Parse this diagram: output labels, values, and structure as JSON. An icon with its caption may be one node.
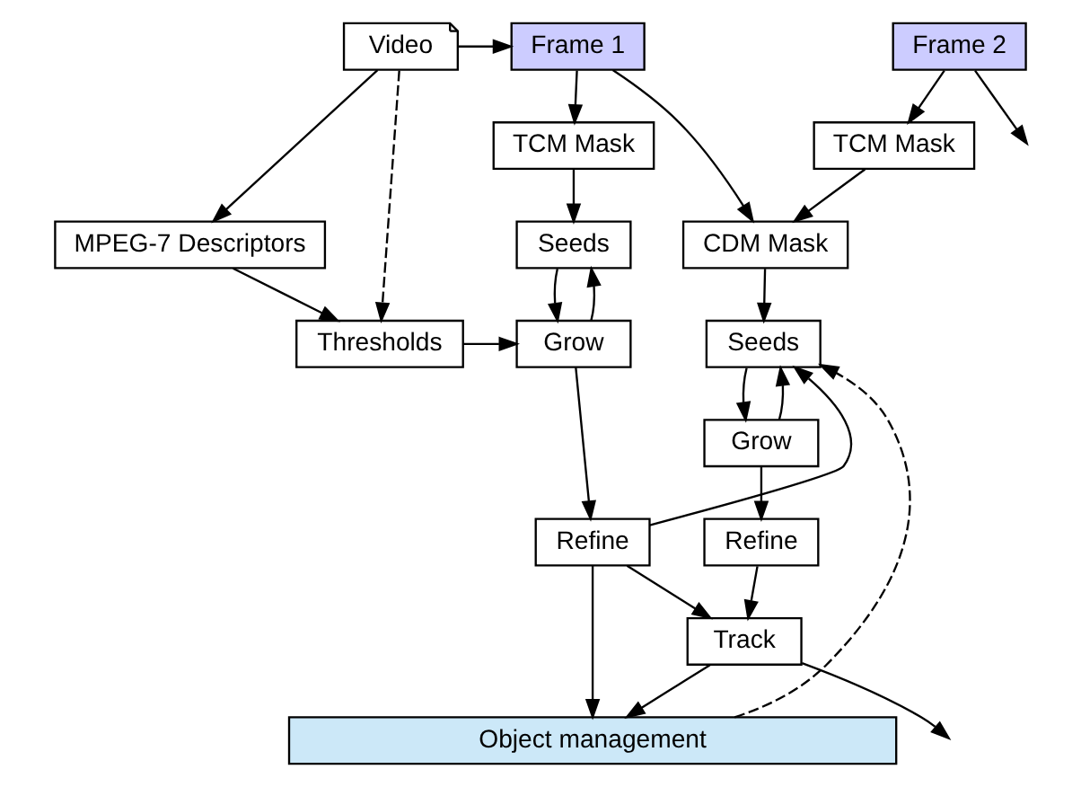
{
  "diagram": {
    "nodes": [
      {
        "text": [
          "Video"
        ]
      },
      {
        "text": [
          "MPEG-7 Descriptors"
        ]
      },
      {
        "text": [
          "Frame 1"
        ]
      },
      {
        "text": [
          "Frame 2"
        ]
      },
      {
        "text": [
          "TCM Mask"
        ]
      },
      {
        "text": [
          "TCM Mask"
        ]
      },
      {
        "text": [
          "CDM Mask"
        ]
      },
      {
        "text": [
          "Seeds"
        ]
      },
      {
        "text": [
          "Seeds"
        ]
      },
      {
        "text": [
          "Thresholds"
        ]
      },
      {
        "text": [
          "Grow"
        ]
      },
      {
        "text": [
          "Grow"
        ]
      },
      {
        "text": [
          "Refine"
        ]
      },
      {
        "text": [
          "Refine"
        ]
      },
      {
        "text": [
          "Track"
        ]
      },
      {
        "text": [
          "Object management"
        ]
      }
    ],
    "edges": [
      {
        "from": 0,
        "to": 2,
        "arrow": "to"
      },
      {
        "from": 0,
        "to": 9,
        "arrow": "to",
        "style": "dashed"
      },
      {
        "from": 0,
        "to": 1,
        "arrow": "to"
      },
      {
        "from": 1,
        "to": 9,
        "arrow": "to"
      },
      {
        "from": 9,
        "to": 10,
        "arrow": "to"
      },
      {
        "from": 2,
        "to": 4,
        "arrow": "to"
      },
      {
        "from": 2,
        "to": 6,
        "arrow": "to"
      },
      {
        "from": 3,
        "to": 5,
        "arrow": "to"
      },
      {
        "from": 3,
        "to": null,
        "arrow": "to"
      },
      {
        "from": 5,
        "to": 6,
        "arrow": "to"
      },
      {
        "from": 4,
        "to": 7,
        "arrow": "to"
      },
      {
        "from": 7,
        "to": 10,
        "arrow": "to"
      },
      {
        "from": 10,
        "to": 7,
        "arrow": "to"
      },
      {
        "from": 10,
        "to": 12,
        "arrow": "to"
      },
      {
        "from": 12,
        "to": 8,
        "arrow": "to"
      },
      {
        "from": 6,
        "to": 8,
        "arrow": "to"
      },
      {
        "from": 15,
        "to": 8,
        "arrow": "to",
        "style": "dashed"
      },
      {
        "from": 8,
        "to": 11,
        "arrow": "to"
      },
      {
        "from": 11,
        "to": 8,
        "arrow": "to"
      },
      {
        "from": 11,
        "to": 13,
        "arrow": "to"
      },
      {
        "from": 13,
        "to": 14,
        "arrow": "to"
      },
      {
        "from": 12,
        "to": 14,
        "arrow": "to"
      },
      {
        "from": 12,
        "to": 15,
        "arrow": "to"
      },
      {
        "from": 14,
        "to": 15,
        "arrow": "to"
      },
      {
        "from": 14,
        "to": null,
        "arrow": "to"
      }
    ]
  }
}
